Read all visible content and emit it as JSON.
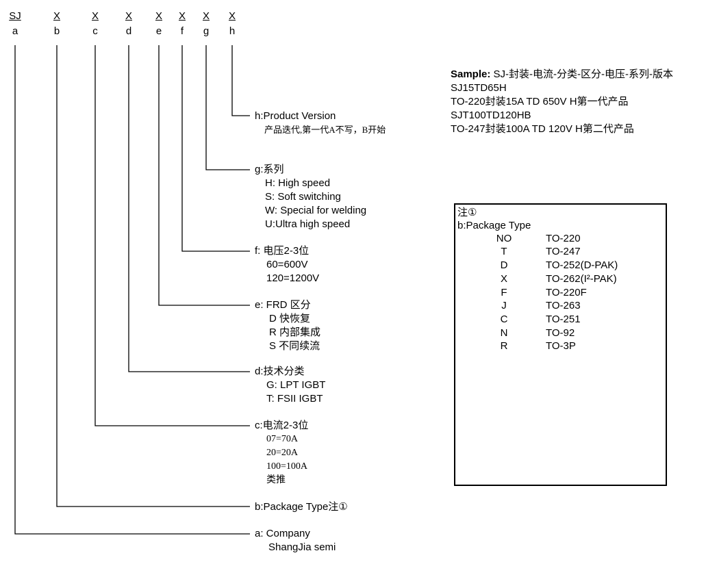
{
  "codes": {
    "a": {
      "code": "SJ",
      "letter": "a"
    },
    "b": {
      "code": "X",
      "letter": "b"
    },
    "c": {
      "code": "X",
      "letter": "c"
    },
    "d": {
      "code": "X",
      "letter": "d"
    },
    "e": {
      "code": "X",
      "letter": "e"
    },
    "f": {
      "code": "X",
      "letter": "f"
    },
    "g": {
      "code": "X",
      "letter": "g"
    },
    "h": {
      "code": "X",
      "letter": "h"
    }
  },
  "fields": {
    "h": {
      "title": "h:Product Version",
      "lines": [
        "产品迭代,第一代A不写，B开始"
      ]
    },
    "g": {
      "title": "g:系列",
      "lines": [
        "H: High speed",
        "S: Soft switching",
        "W: Special for welding",
        "U:Ultra high speed"
      ]
    },
    "f": {
      "title": "f: 电压2-3位",
      "lines": [
        "60=600V",
        "120=1200V"
      ]
    },
    "e": {
      "title": "e: FRD 区分",
      "lines": [
        "D 快恢复",
        "R 内部集成",
        "S 不同续流"
      ]
    },
    "d": {
      "title": "d:技术分类",
      "lines": [
        "G: LPT IGBT",
        "T: FSII IGBT"
      ]
    },
    "c": {
      "title": "c:电流2-3位",
      "lines": [
        "07=70A",
        "20=20A",
        "100=100A",
        "类推"
      ]
    },
    "b": {
      "title": "b:Package Type注①",
      "lines": []
    },
    "a": {
      "title": "a: Company",
      "lines": [
        "ShangJia semi"
      ]
    }
  },
  "sample": {
    "label": "Sample:",
    "pattern": "SJ-封装-电流-分类-区分-电压-系列-版本",
    "lines": [
      "SJ15TD65H",
      "TO-220封装15A  TD  650V  H第一代产品",
      "SJT100TD120HB",
      "TO-247封装100A  TD 120V  H第二代产品"
    ]
  },
  "note": {
    "title": "注①",
    "subtitle": "b:Package Type",
    "rows": [
      {
        "code": "NO",
        "value": "TO-220"
      },
      {
        "code": "T",
        "value": "TO-247"
      },
      {
        "code": "D",
        "value": "TO-252(D-PAK)"
      },
      {
        "code": "X",
        "value": "TO-262(I²-PAK)"
      },
      {
        "code": "F",
        "value": "TO-220F"
      },
      {
        "code": "J",
        "value": "TO-263"
      },
      {
        "code": "C",
        "value": "TO-251"
      },
      {
        "code": "N",
        "value": "TO-92"
      },
      {
        "code": "R",
        "value": "TO-3P"
      }
    ]
  }
}
